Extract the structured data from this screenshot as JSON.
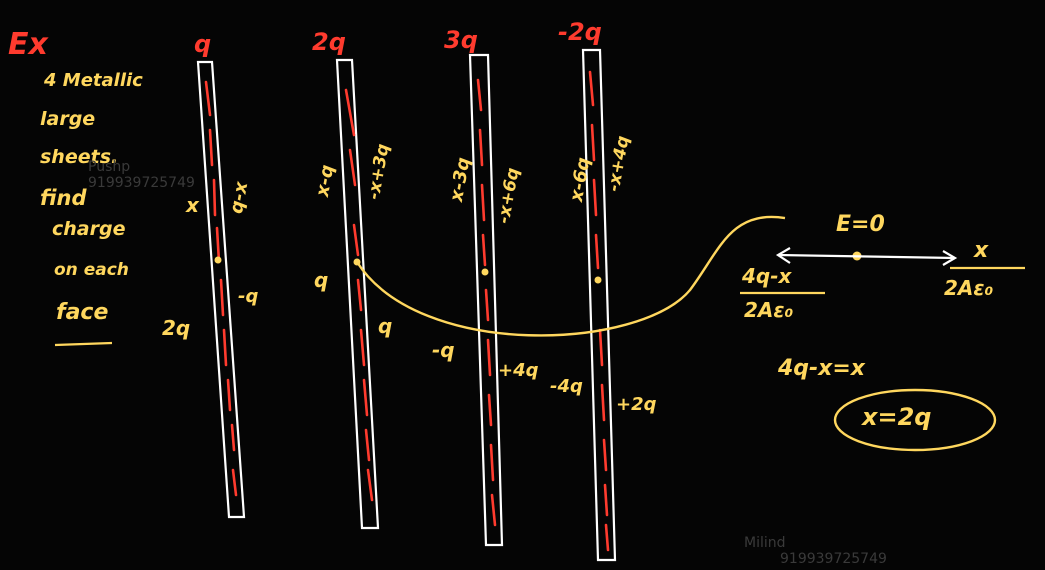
{
  "colors": {
    "board": "#050505",
    "chalk_red": "#ff3b2e",
    "chalk_yellow": "#ffd75e",
    "chalk_white": "#ffffff"
  },
  "problem": {
    "tag": "Ex",
    "lines": [
      "4 Metallic",
      "large",
      "sheets.",
      "find",
      "charge",
      "on each",
      "face"
    ]
  },
  "sheets": [
    {
      "charge": "q",
      "left_face": "x",
      "right_face": "q-x",
      "left_field": "2q",
      "right_field": "-q"
    },
    {
      "charge": "2q",
      "left_face": "x-q",
      "right_face": "-x+3q",
      "left_field": "q",
      "right_field": "q"
    },
    {
      "charge": "3q",
      "left_face": "x-3q",
      "right_face": "-x+6q",
      "left_field": "-q",
      "right_field": "+4q"
    },
    {
      "charge": "-2q",
      "left_face": "x-6q",
      "right_face": "-x+4q",
      "left_field": "-4q",
      "right_field": "+2q"
    }
  ],
  "side_note": {
    "condition": "E=0",
    "left_fraction": {
      "numerator": "4q-x",
      "denominator": "2Aε₀"
    },
    "right_fraction": {
      "numerator": "x",
      "denominator": "2Aε₀"
    },
    "equation": "4q-x=x",
    "answer": "x=2q"
  },
  "watermarks": [
    "Pushp",
    "919939725749",
    "Milind",
    "919939725749"
  ]
}
